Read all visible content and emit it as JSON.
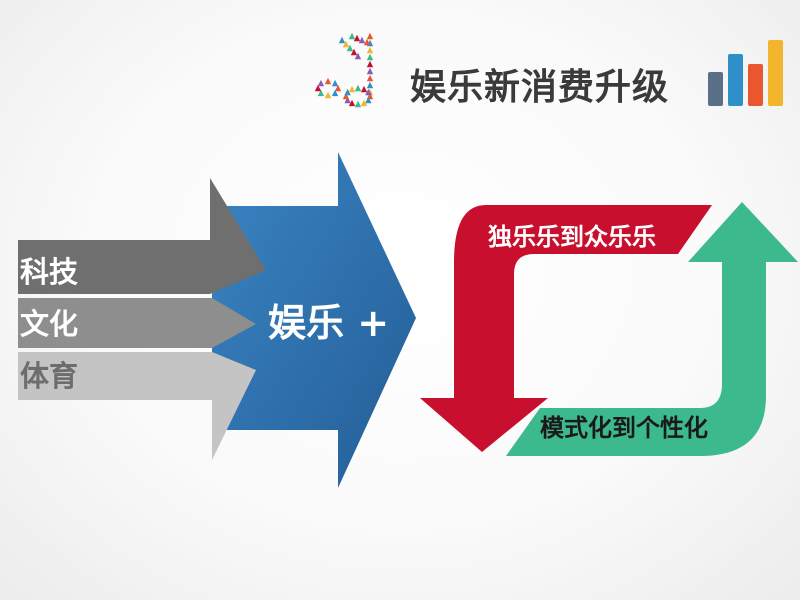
{
  "header": {
    "title": "娱乐新消费升级",
    "bar_colors": [
      "#5b6f86",
      "#2f8fc9",
      "#e9572e",
      "#f2b52b"
    ]
  },
  "inputs": {
    "items": [
      {
        "label": "科技",
        "color": "#6f6f6f"
      },
      {
        "label": "文化",
        "color": "#8e8e8e"
      },
      {
        "label": "体育",
        "color": "#c4c4c4"
      }
    ]
  },
  "main": {
    "label": "娱乐 +",
    "color": "#2f6fae"
  },
  "cycle": {
    "top_label": "独乐乐到众乐乐",
    "top_color": "#c8102e",
    "bottom_label": "模式化到个性化",
    "bottom_color": "#3cb98d"
  }
}
